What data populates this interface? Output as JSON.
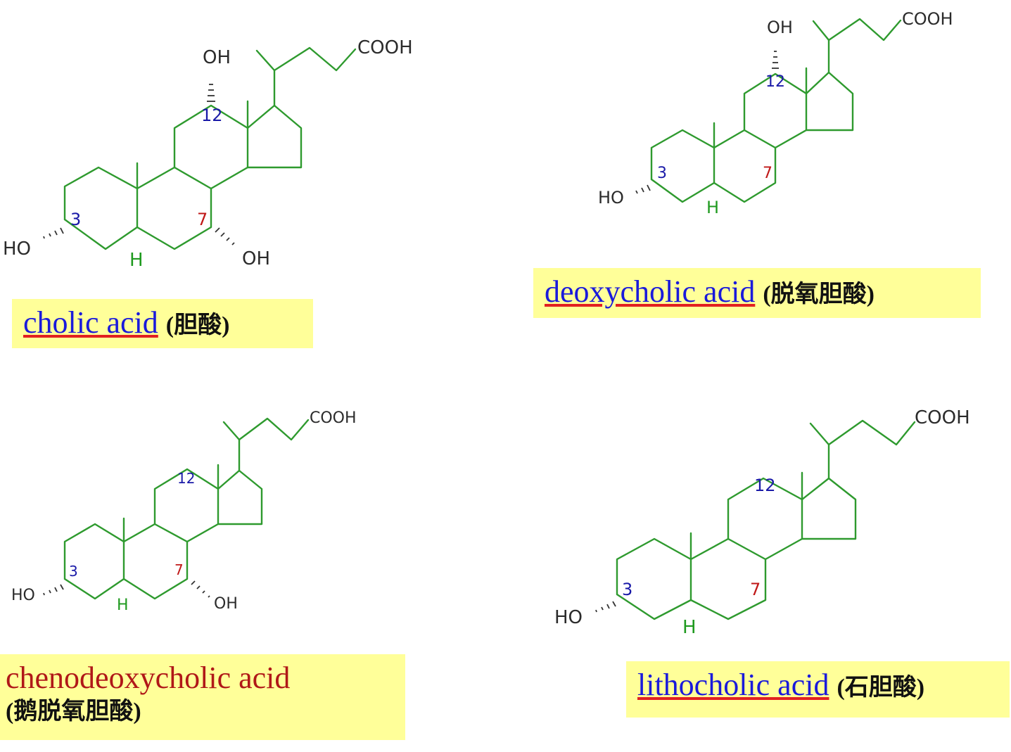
{
  "molecules": {
    "cholic": {
      "name": "cholic acid",
      "cn": "(胆酸)",
      "cooh": "COOH",
      "oh12": "OH",
      "ho3": "HO",
      "oh7": "OH",
      "h5": "H",
      "n3": "3",
      "n7": "7",
      "n12": "12"
    },
    "deoxycholic": {
      "name": "deoxycholic acid",
      "cn": "(脱氧胆酸)",
      "cooh": "COOH",
      "oh12": "OH",
      "ho3": "HO",
      "h5": "H",
      "n3": "3",
      "n7": "7",
      "n12": "12"
    },
    "chenodeoxycholic": {
      "name": "chenodeoxycholic acid",
      "cn": "(鹅脱氧胆酸)",
      "cooh": "COOH",
      "ho3": "HO",
      "oh7": "OH",
      "h5": "H",
      "n3": "3",
      "n7": "7",
      "n12": "12"
    },
    "lithocholic": {
      "name": "lithocholic acid",
      "cn": "(石胆酸)",
      "cooh": "COOH",
      "ho3": "HO",
      "h5": "H",
      "n3": "3",
      "n7": "7",
      "n12": "12"
    }
  },
  "colors": {
    "bond": "#2e9a2e",
    "label_bg": "#ffff99",
    "link": "#1a1adb",
    "number_blue": "#1a1aa8",
    "number_red": "#c01818"
  }
}
